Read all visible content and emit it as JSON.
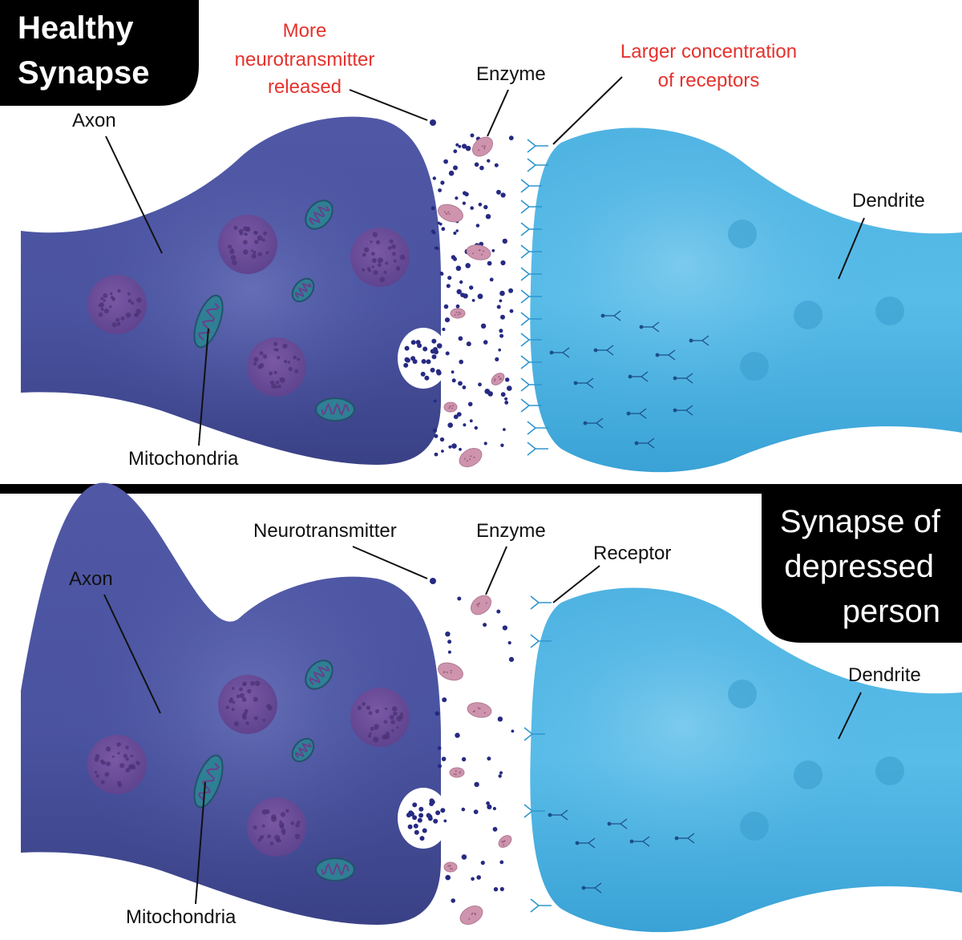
{
  "colors": {
    "axon": "#4c55a2",
    "axon_dark": "#3b4287",
    "dendrite": "#45aee0",
    "nucleus": "#6c4c96",
    "mito": "#2f7f95",
    "enzyme": "#cf94ad",
    "neurotransmitter": "#262a82",
    "receptor": "#2f96cf",
    "label_red": "#e5322d",
    "badge": "#000000"
  },
  "top_panel": {
    "title_lines": [
      "Healthy",
      "Synapse"
    ],
    "labels": {
      "axon": "Axon",
      "mitochondria": "Mitochondria",
      "enzyme": "Enzyme",
      "dendrite": "Dendrite",
      "neurotransmitter_lines": [
        "More",
        "neurotransmitter",
        "released"
      ],
      "receptor_lines": [
        "Larger concentration",
        "of receptors"
      ]
    }
  },
  "bottom_panel": {
    "title_lines": [
      "Synapse of",
      "depressed",
      "person"
    ],
    "labels": {
      "axon": "Axon",
      "mitochondria": "Mitochondria",
      "enzyme": "Enzyme",
      "dendrite": "Dendrite",
      "neurotransmitter": "Neurotransmitter",
      "receptor": "Receptor"
    }
  },
  "icons": [
    "nucleus-icon",
    "mitochondrion-icon",
    "enzyme-icon",
    "neurotransmitter-icon",
    "receptor-icon",
    "vesicle-icon"
  ]
}
